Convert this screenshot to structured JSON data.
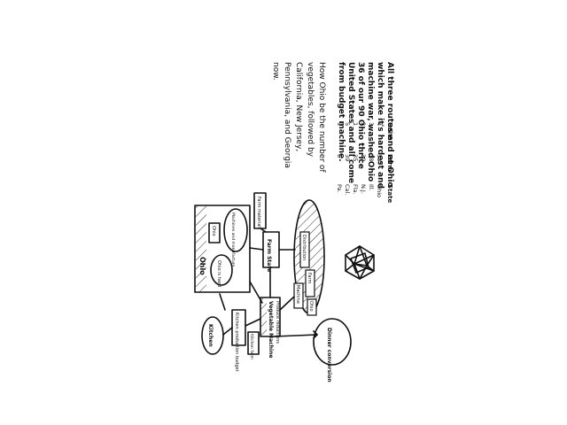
{
  "notes": {
    "paragraph_1": [
      "All three routes end at Ohio",
      "which make it's hardest and",
      "machine war, washed Ohio",
      "36 of our 90 Ohio thrice",
      "United States and all come",
      "from budget machine."
    ],
    "paragraph_2": [
      "How Ohio be the number of",
      "vegetables, followed by",
      "California, New Jersey,",
      "Pennsylvania, and Georgia",
      "now."
    ]
  },
  "table": {
    "columns": [
      "State",
      "Farm",
      "Units"
    ],
    "rows": [
      [
        "Ohio",
        "337",
        "4"
      ],
      [
        "Ill.",
        "38",
        "3"
      ],
      [
        "N.J.",
        "39",
        "2"
      ],
      [
        "Fla.",
        "35",
        "1"
      ],
      [
        "Cal.",
        "39",
        "5"
      ],
      [
        "Pa.",
        "6",
        "9"
      ]
    ]
  },
  "diagram": {
    "ohio_label": "Ohio",
    "ohio_box_small": "Ohio",
    "ohio_oval_left": "Ohio is hard",
    "ohio_oval_right": "Machines and manufacture",
    "kitchen_label": "Kitchen",
    "kitchen_box": "Kitchen production budget",
    "kitchen_small": "Kitchen farm",
    "farm_box": "Farm material",
    "state_box": "Farm State",
    "mid_box": "Produce reductions",
    "center_box": "Vegetable Machine",
    "cluster_a": "Farm",
    "cluster_b": "Machine",
    "cluster_c": "Ohio",
    "cluster_d": "Distribution",
    "bottom_oval": "Dinner conversion"
  }
}
